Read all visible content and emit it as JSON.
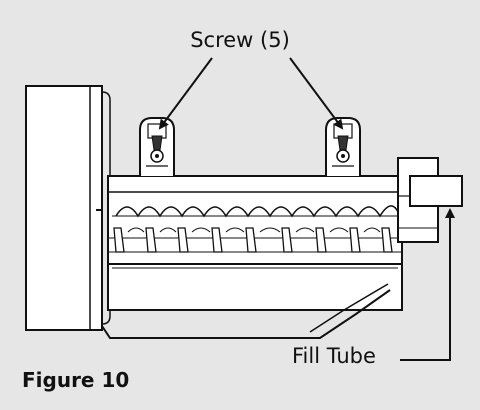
{
  "labels": {
    "screw": "Screw (5)",
    "fill_tube": "Fill Tube",
    "figure": "Figure 10"
  },
  "colors": {
    "background": "#e6e6e6",
    "part_fill": "#ffffff",
    "line": "#111111"
  },
  "icons": {
    "screw_marker": "screw-icon",
    "leader": "arrow-icon"
  }
}
